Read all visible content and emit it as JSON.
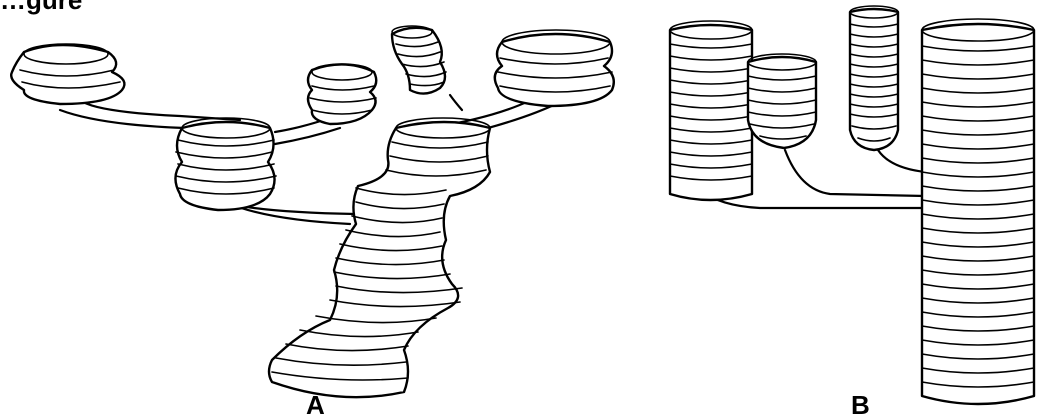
{
  "figure": {
    "title_fragment": "…gure",
    "panels": [
      {
        "id": "A",
        "label": "A"
      },
      {
        "id": "B",
        "label": "B"
      }
    ]
  }
}
